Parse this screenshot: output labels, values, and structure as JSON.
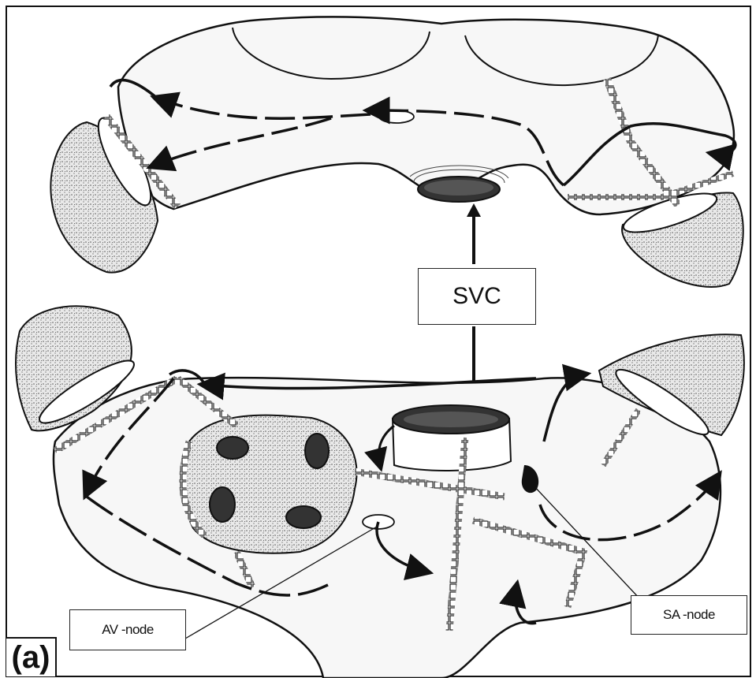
{
  "labels": {
    "svc": "SVC",
    "av_node": "AV -node",
    "sa_node": "SA -node",
    "panel": "(a)"
  },
  "colors": {
    "line": "#111111",
    "tissue": "#f4f4f4",
    "stipple": "#6a6a6a",
    "background": "#ffffff"
  }
}
